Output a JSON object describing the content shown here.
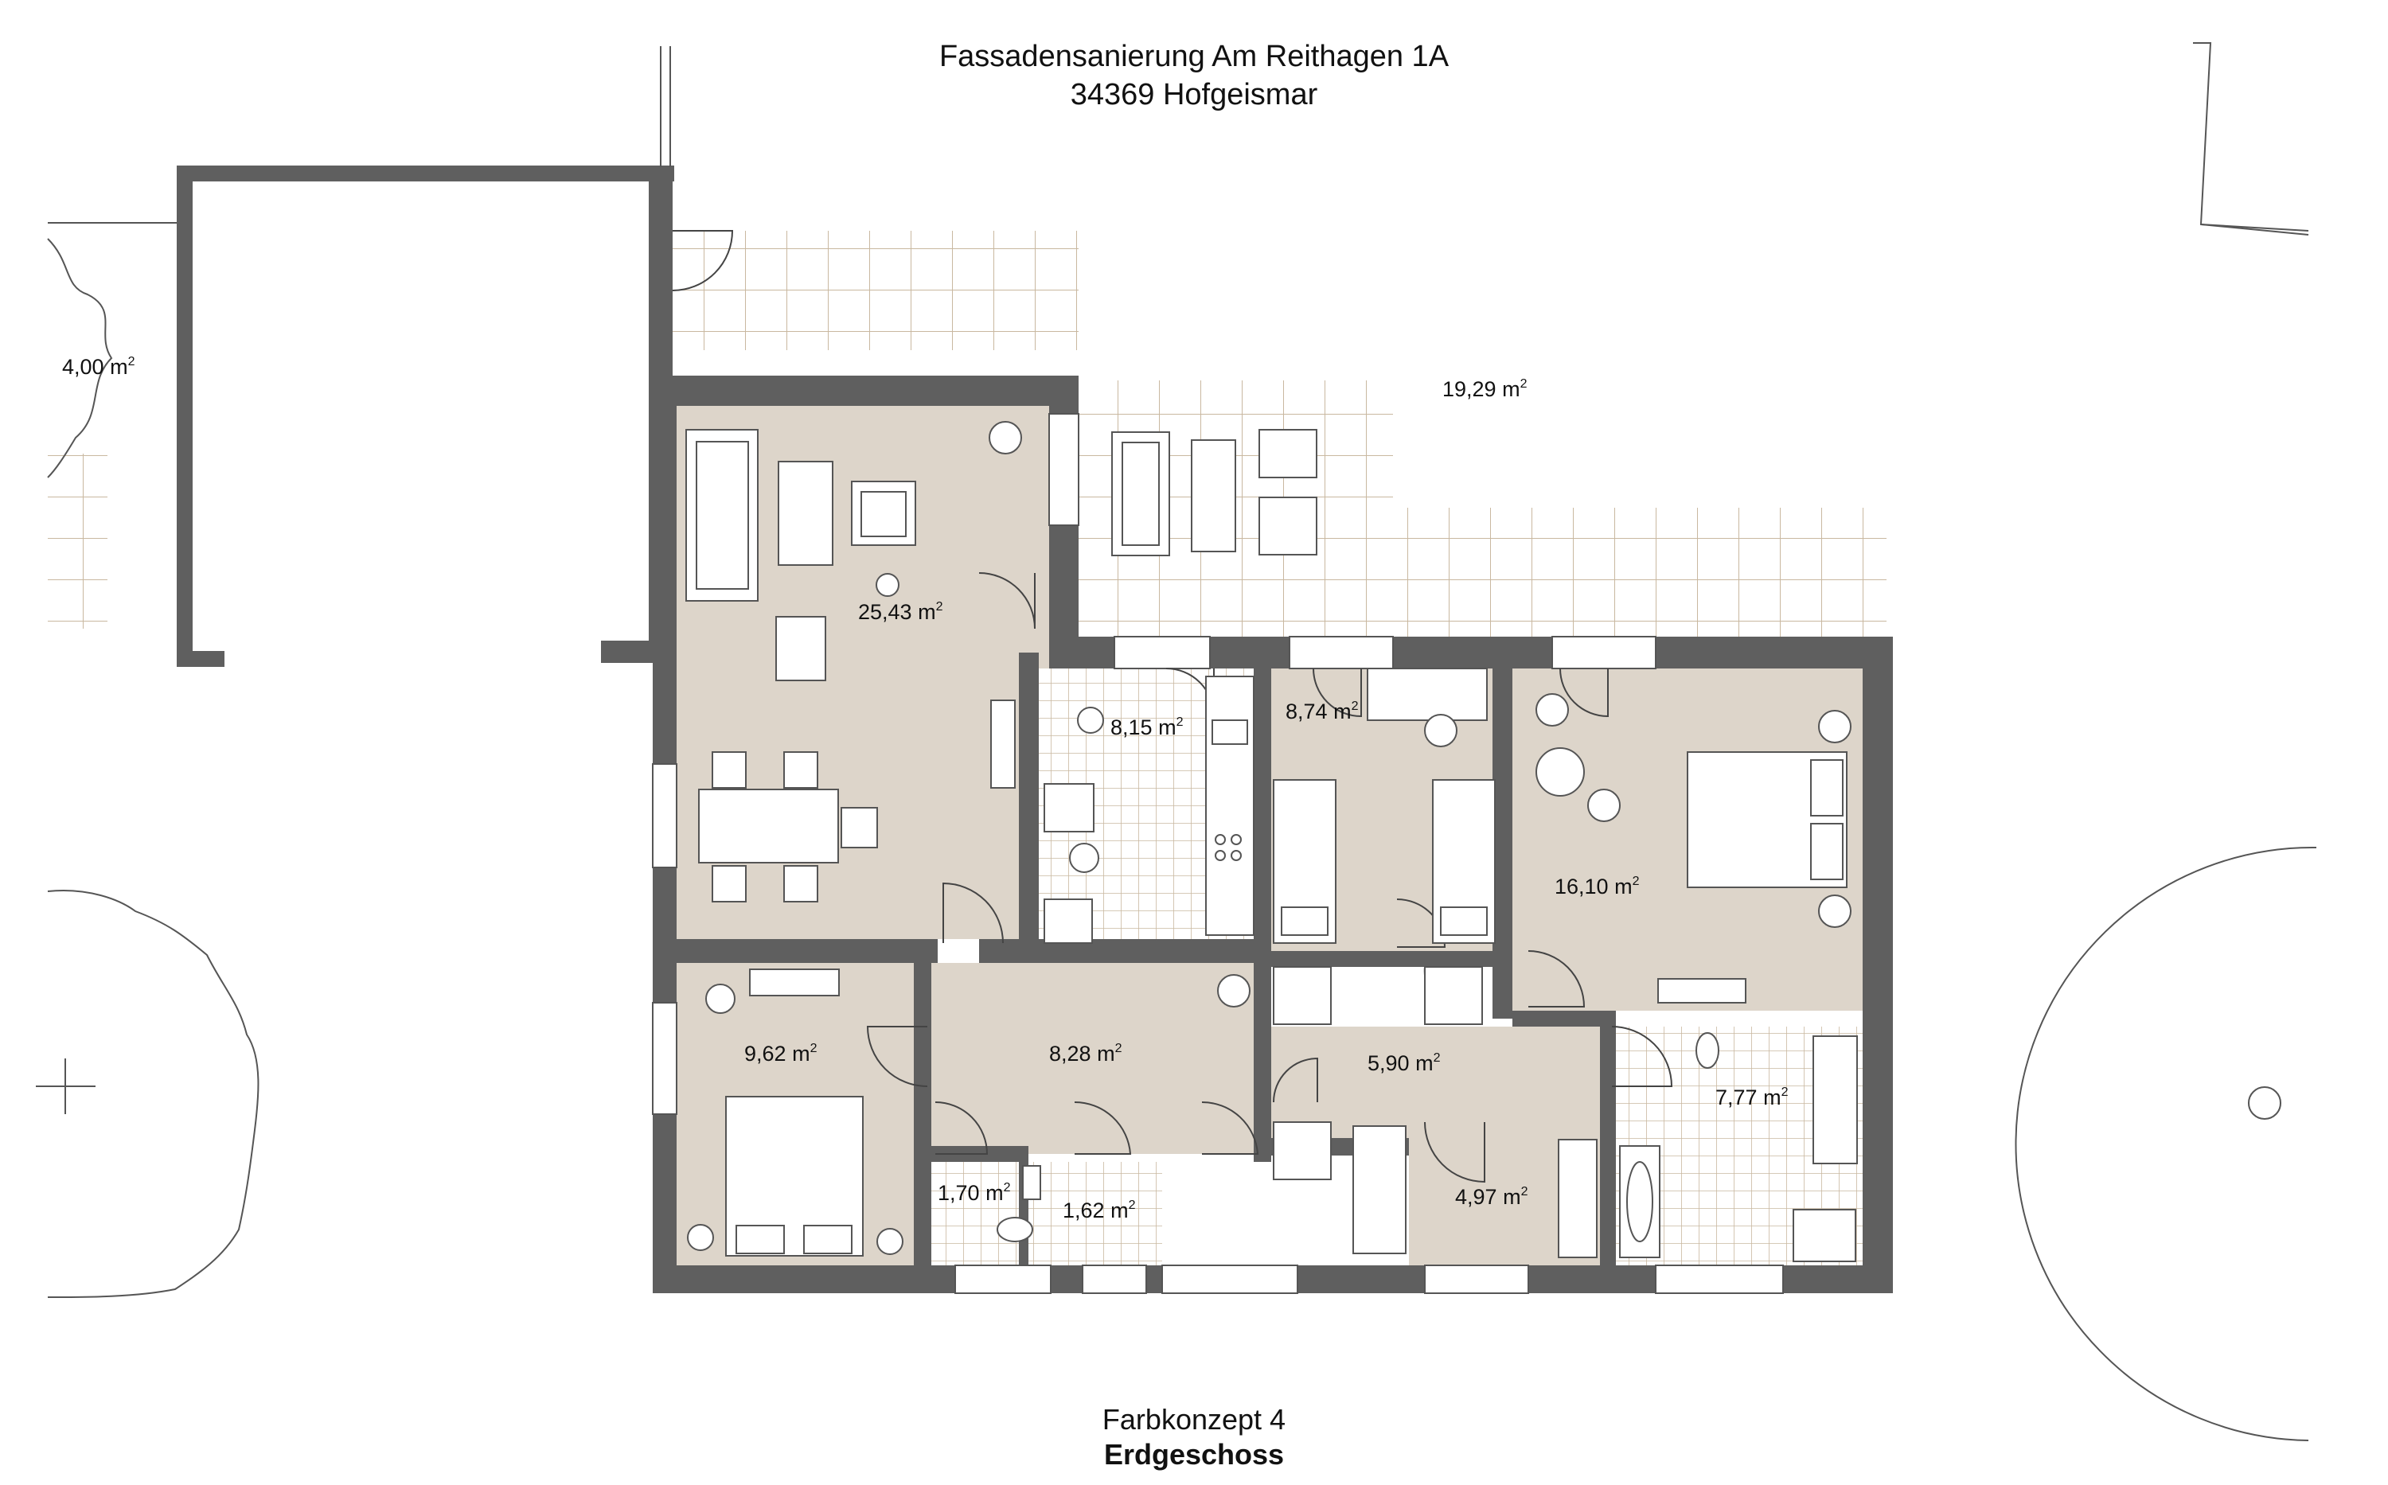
{
  "header": {
    "line1": "Fassadensanierung  Am Reithagen 1A",
    "line2": "34369 Hofgeismar"
  },
  "footer": {
    "line1": "Farbkonzept 4",
    "line2": "Erdgeschoss"
  },
  "areas": [
    {
      "value": "4,00",
      "unit": "m",
      "exp": "2"
    },
    {
      "value": "19,29",
      "unit": "m",
      "exp": "2"
    },
    {
      "value": "25,43",
      "unit": "m",
      "exp": "2"
    },
    {
      "value": "8,15",
      "unit": "m",
      "exp": "2"
    },
    {
      "value": "8,74",
      "unit": "m",
      "exp": "2"
    },
    {
      "value": "16,10",
      "unit": "m",
      "exp": "2"
    },
    {
      "value": "9,62",
      "unit": "m",
      "exp": "2"
    },
    {
      "value": "8,28",
      "unit": "m",
      "exp": "2"
    },
    {
      "value": "5,90",
      "unit": "m",
      "exp": "2"
    },
    {
      "value": "7,77",
      "unit": "m",
      "exp": "2"
    },
    {
      "value": "1,70",
      "unit": "m",
      "exp": "2"
    },
    {
      "value": "1,62",
      "unit": "m",
      "exp": "2"
    },
    {
      "value": "4,97",
      "unit": "m",
      "exp": "2"
    }
  ],
  "colors": {
    "room_fill": "#ddd5ca",
    "wall": "#5f5f5f",
    "line": "#444444",
    "tile_grid": "#c9b8a0"
  }
}
